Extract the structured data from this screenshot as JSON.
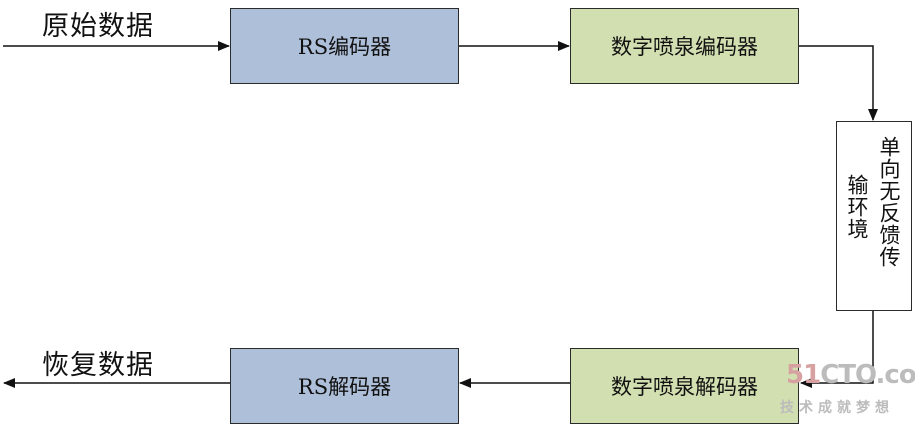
{
  "labels": {
    "input": "原始数据",
    "output": "恢复数据"
  },
  "blocks": {
    "rs_encoder": "RS编码器",
    "fountain_encoder": "数字喷泉编码器",
    "fountain_decoder": "数字喷泉解码器",
    "rs_decoder": "RS解码器"
  },
  "channel": {
    "col1": "单向无反馈传",
    "col2": "输环境"
  },
  "watermark": {
    "main_prefix": "51",
    "main_rest": "CTO.com",
    "sub": "技术成就梦想"
  },
  "colors": {
    "rs_fill": "#aebfd9",
    "fountain_fill": "#d2dfb0",
    "stroke": "#2b2b2b"
  }
}
